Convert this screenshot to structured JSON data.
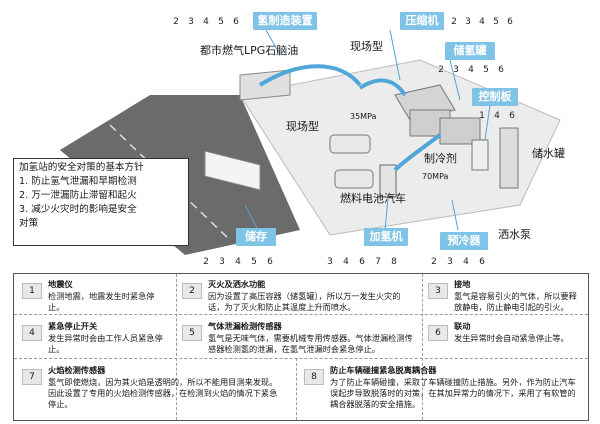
{
  "top_numbers": [
    "2",
    "3",
    "4",
    "5",
    "6"
  ],
  "tags": {
    "hydrogen_production": "氢制造装置",
    "compressor": "压缩机",
    "storage_tank": "储氢罐",
    "control_panel": "控制板",
    "storage": "储存",
    "dispenser": "加氢机",
    "pre_cooling": "预冷器"
  },
  "compressor_numbers": [
    "2",
    "3",
    "4",
    "5",
    "6"
  ],
  "tank_numbers": [
    "2",
    "3",
    "4",
    "5",
    "6"
  ],
  "control_numbers": [
    "1",
    "4",
    "6"
  ],
  "storage_numbers": [
    "2",
    "3",
    "4",
    "5",
    "6"
  ],
  "dispenser_numbers": [
    "3",
    "4",
    "6",
    "7",
    "8"
  ],
  "precool_numbers": [
    "2",
    "3",
    "4",
    "6"
  ],
  "labels": {
    "city_gas": "都市燃气LPG石脑油",
    "onsite_1": "现场型",
    "onsite_2": "现场型",
    "pressure_35": "35MPa",
    "pressure_70": "70MPa",
    "refrigerant": "制冷剂",
    "fuel_cell_car": "燃料电池汽车",
    "water_tank": "储水罐",
    "sprinkler_pump": "洒水泵"
  },
  "policy": {
    "title": "加氢站的安全对策的基本方针",
    "items": [
      "1. 防止氢气泄漏和早期检测",
      "2. 万一泄漏防止滞留和起火",
      "3. 减少火灾时的影响是安全",
      "   对策"
    ]
  },
  "legend": [
    {
      "n": "1",
      "title": "地震仪",
      "desc": "检测地震，地震发生时紧急停止。"
    },
    {
      "n": "2",
      "title": "灭火及洒水功能",
      "desc": "因为设置了高压容器（储氢罐），所以万一发生火灾的话，为了灭火和防止其温度上升而喷水。"
    },
    {
      "n": "3",
      "title": "接地",
      "desc": "氢气是容易引火的气体，所以要释放静电，防止静电引起的引火。"
    },
    {
      "n": "4",
      "title": "紧急停止开关",
      "desc": "发生异常时会由工作人员紧急停止。"
    },
    {
      "n": "5",
      "title": "气体泄漏检测传感器",
      "desc": "氢气是无味气体，需要机械专用传感器。气体泄漏检测传感器检测氢的泄漏，在氢气泄漏时会紧急停止。"
    },
    {
      "n": "6",
      "title": "联动",
      "desc": "发生异常时会自动紧急停止等。"
    },
    {
      "n": "7",
      "title": "火焰检测传感器",
      "desc": "氢气即使燃烧，因为其火焰是透明的，所以不能用目测来发现。因此设置了专用的火焰检测传感器，在检测到火焰的情况下紧急停止。"
    },
    {
      "n": "8",
      "title": "防止车辆碰撞紧急脱离耦合器",
      "desc": "为了防止车辆碰撞，采取了车辆碰撞防止措施。另外，作为防止汽车误起步导致脱落时的对策，在其加异常力的情况下，采用了有软管的耦合器脱落的安全措施。"
    }
  ]
}
